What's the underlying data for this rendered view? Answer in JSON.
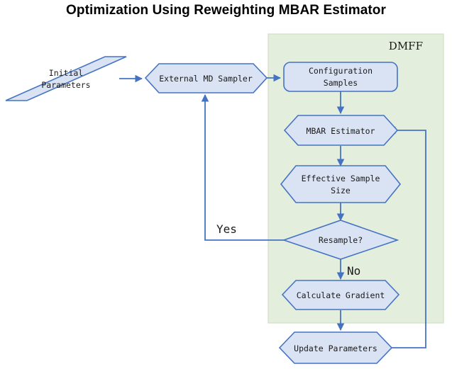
{
  "title": "Optimization Using Reweighting MBAR Estimator",
  "colors": {
    "node_fill": "#dae3f3",
    "node_stroke": "#4573c4",
    "group_fill": "#e4eedc",
    "group_stroke": "#cfe0c3",
    "edge": "#4573c4",
    "text": "#1a1a1a",
    "background": "#ffffff"
  },
  "group": {
    "label": "DMFF"
  },
  "nodes": {
    "initial_parameters": {
      "line1": "Initial",
      "line2": "Parameters",
      "shape": "parallelogram"
    },
    "external_md_sampler": {
      "line1": "External MD Sampler",
      "shape": "hexagon"
    },
    "configuration_samples": {
      "line1": "Configuration",
      "line2": "Samples",
      "shape": "rounded-rectangle"
    },
    "mbar_estimator": {
      "line1": "MBAR Estimator",
      "shape": "hexagon"
    },
    "effective_sample_size": {
      "line1": "Effective Sample",
      "line2": "Size",
      "shape": "hexagon"
    },
    "resample_decision": {
      "line1": "Resample?",
      "shape": "diamond"
    },
    "calculate_gradient": {
      "line1": "Calculate Gradient",
      "shape": "hexagon"
    },
    "update_parameters": {
      "line1": "Update Parameters",
      "shape": "hexagon"
    }
  },
  "edge_labels": {
    "yes": "Yes",
    "no": "No"
  }
}
